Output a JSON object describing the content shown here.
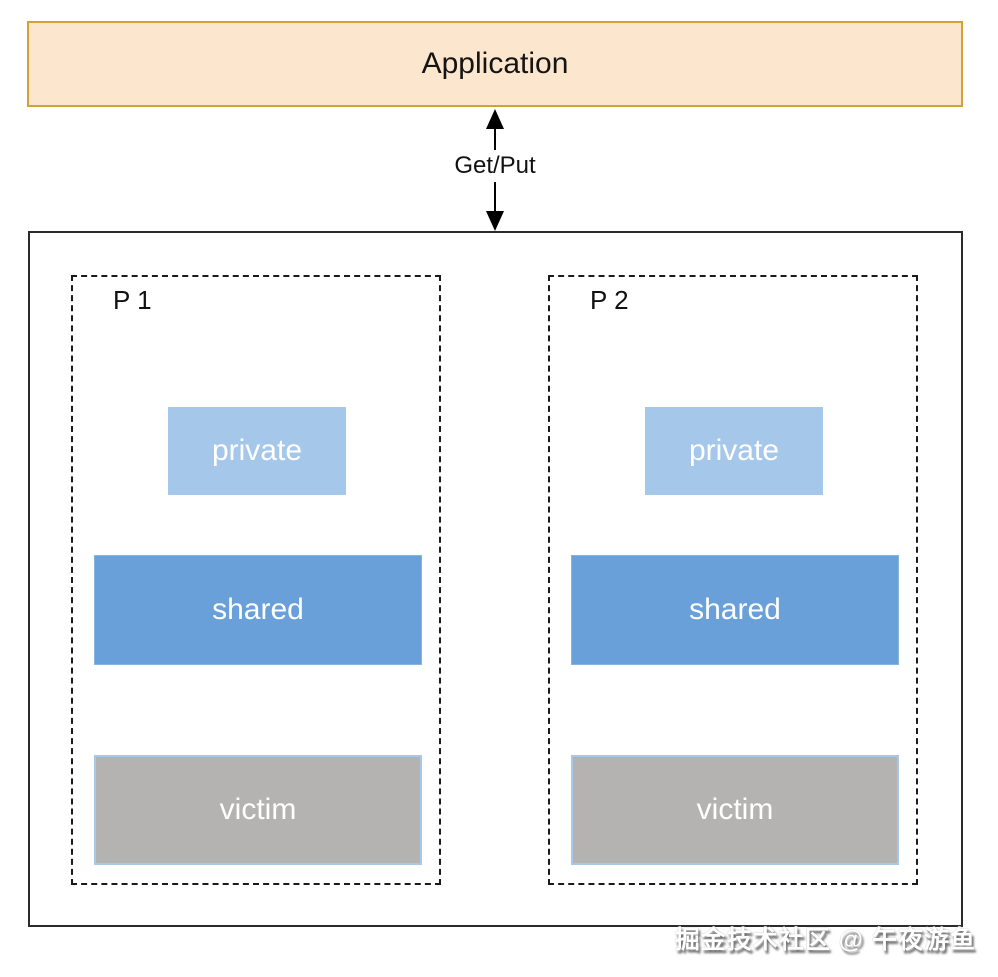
{
  "application_box": {
    "label": "Application"
  },
  "connector": {
    "label": "Get/Put"
  },
  "processes": [
    {
      "label": "P 1",
      "blocks": [
        {
          "name": "private",
          "label": "private"
        },
        {
          "name": "shared",
          "label": "shared"
        },
        {
          "name": "victim",
          "label": "victim"
        }
      ]
    },
    {
      "label": "P 2",
      "blocks": [
        {
          "name": "private",
          "label": "private"
        },
        {
          "name": "shared",
          "label": "shared"
        },
        {
          "name": "victim",
          "label": "victim"
        }
      ]
    }
  ],
  "watermark": {
    "text": "掘金技术社区 @ 午夜游鱼"
  },
  "colors": {
    "application_fill": "#fce6cd",
    "application_border": "#d2a137",
    "private_fill": "#a5c7e9",
    "shared_fill": "#69a0d9",
    "victim_fill": "#b5b2b2",
    "victim_border": "#a9c7e6",
    "outer_border": "#2b2b2b",
    "dashed_border": "#1a1a1a",
    "block_label_text": "#ffffff",
    "arrow_color": "#000000",
    "watermark_text": "#ffffff"
  }
}
